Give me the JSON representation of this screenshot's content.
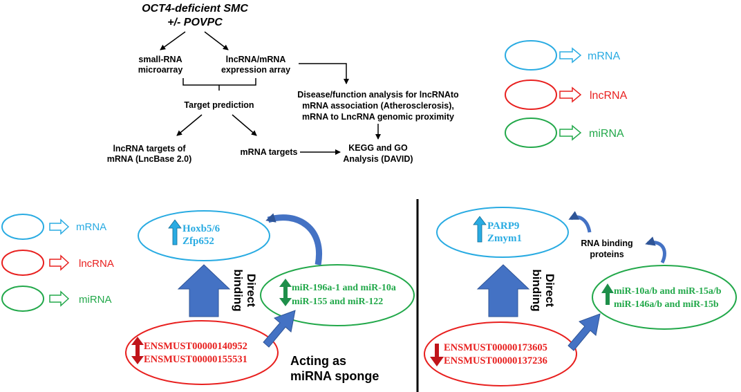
{
  "flowchart": {
    "title_line1": "OCT4-deficient SMC",
    "title_line2": "+/- POVPC",
    "small_rna_line1": "small-RNA",
    "small_rna_line2": "microarray",
    "expr_line1": "lncRNA/mRNA",
    "expr_line2": "expression array",
    "target_prediction": "Target prediction",
    "lnc_targets_line1": "lncRNA targets of",
    "lnc_targets_line2": "mRNA (LncBase 2.0)",
    "mrna_targets": "mRNA targets",
    "disease_line1": "Disease/function analysis for lncRNAto",
    "disease_line2": "mRNA association (Atherosclerosis),",
    "disease_line3": "mRNA to LncRNA genomic proximity",
    "kegg_line1": "KEGG and GO",
    "kegg_line2": "Analysis (DAVID)"
  },
  "legend_top": {
    "mrna": "mRNA",
    "lncrna": "lncRNA",
    "mirna": "miRNA"
  },
  "legend_left": {
    "mrna": "mRNA",
    "lncrna": "lncRNA",
    "mirna": "miRNA"
  },
  "left_panel": {
    "mrna_line1": "Hoxb5/6",
    "mrna_line2": "Zfp652",
    "mirna_line1": "miR-196a-1 and miR-10a",
    "mirna_line2": "miR-155 and miR-122",
    "lnc_line1": "ENSMUST00000140952",
    "lnc_line2": "ENSMUST00000155531",
    "direct_line1": "Direct",
    "direct_line2": "binding",
    "sponge_line1": "Acting as",
    "sponge_line2": "miRNA sponge"
  },
  "right_panel": {
    "mrna_line1": "PARP9",
    "mrna_line2": "Zmym1",
    "mirna_line1": "miR-10a/b and miR-15a/b",
    "mirna_line2": "miR-146a/b and miR-15b",
    "lnc_line1": "ENSMUST00000173605",
    "lnc_line2": "ENSMUST00000137236",
    "direct_line1": "Direct",
    "direct_line2": "binding",
    "rbp_line1": "RNA binding",
    "rbp_line2": "proteins"
  },
  "colors": {
    "mrna": "#29ABE2",
    "lncrna": "#E8201F",
    "mirna": "#22A84A",
    "big_arrow": "#4472C4",
    "up_mrna_arrow": "#29ABE2",
    "up_mirna_arrow": "#1E8F4A",
    "lnc_arrow": "#C0141A"
  }
}
